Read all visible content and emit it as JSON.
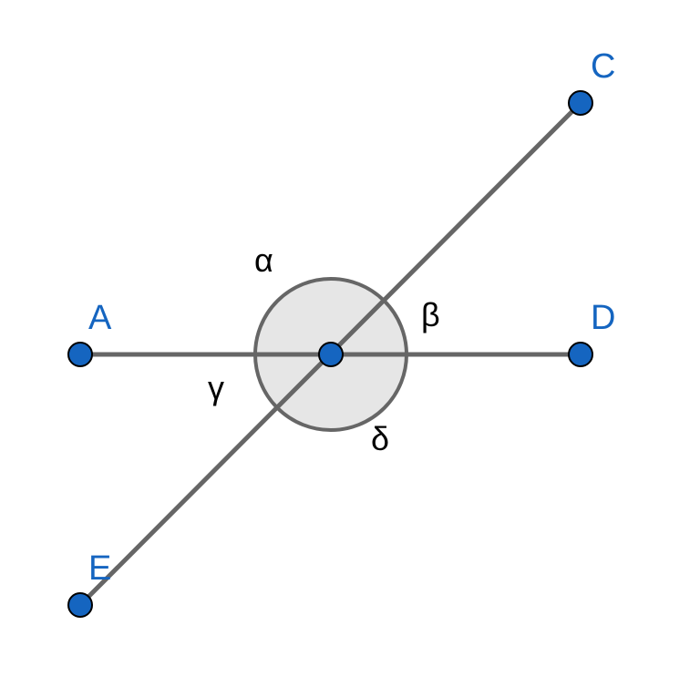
{
  "colors": {
    "line": "#666666",
    "circle_stroke": "#666666",
    "circle_fill": "#e6e6e6",
    "point_fill": "#1565c0",
    "point_stroke": "#000000",
    "point_label": "#1565c0",
    "angle_label": "#000000"
  },
  "points": {
    "A": "A",
    "C": "C",
    "D": "D",
    "E": "E"
  },
  "angles": {
    "alpha": "α",
    "beta": "β",
    "gamma": "γ",
    "delta": "δ"
  }
}
